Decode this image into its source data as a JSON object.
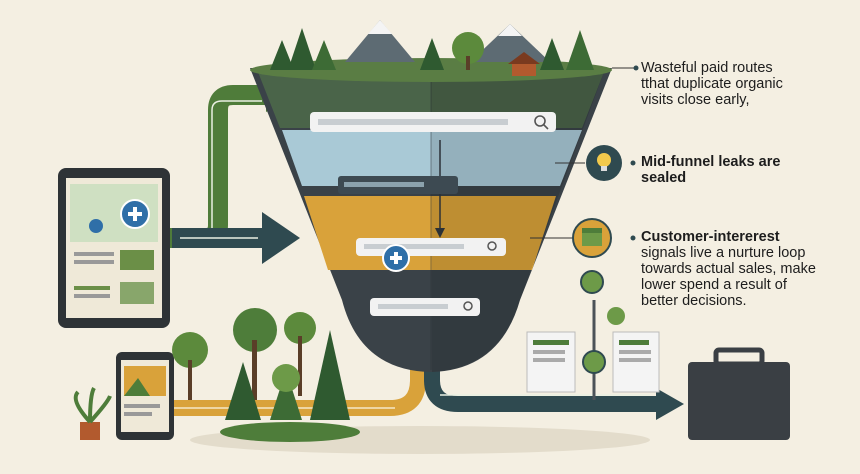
{
  "colors": {
    "background": "#f4efe2",
    "funnel_dark": "#3a4248",
    "funnel_blue": "#a9c9d6",
    "funnel_orange": "#d9a23a",
    "arrow_green": "#4f7c3a",
    "arrow_navy": "#2f4a50",
    "arrow_orange": "#d9a23a",
    "tree_green": "#4e7d3a",
    "icon_blue": "#2f6fa8"
  },
  "callouts": {
    "top": [
      "Wasteful paid routes",
      "tthat duplicate organic",
      "visits close early,"
    ],
    "mid": [
      "Mid-funnel leaks are",
      "sealed"
    ],
    "signals": [
      "Customer-intererest",
      "signals live a nurture loop",
      "towards actual sales, make",
      "lower spend a result of",
      "better decisions."
    ]
  },
  "icons": {
    "search": "magnifier-icon",
    "add": "plus-circle-icon",
    "idea": "lightbulb-icon",
    "box": "package-icon",
    "output": "briefcase-icon"
  }
}
